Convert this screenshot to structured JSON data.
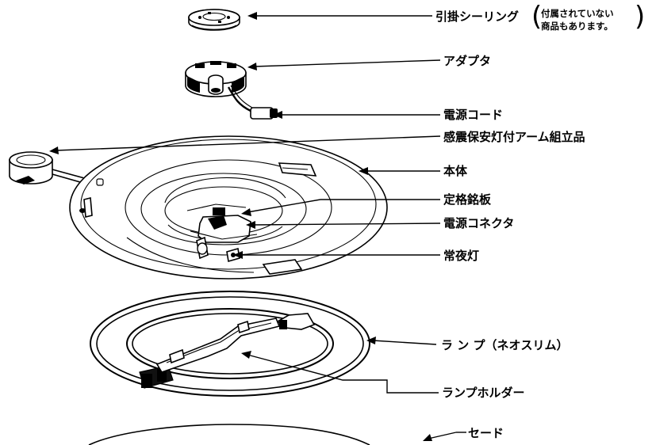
{
  "parts": {
    "ceiling_rosette": "引掛シーリング",
    "ceiling_rosette_note_1": "付属されていない",
    "ceiling_rosette_note_2": "商品もあります。",
    "adapter": "アダプタ",
    "power_cord": "電源コード",
    "sensor_lamp_arm": "感震保安灯付アーム組立品",
    "main_body": "本体",
    "rating_plate": "定格銘板",
    "power_connector": "電源コネクタ",
    "night_light": "常夜灯",
    "lamp": "ラ ン プ（ネオスリム）",
    "lamp_holder": "ランプホルダー",
    "shade": "セード"
  }
}
